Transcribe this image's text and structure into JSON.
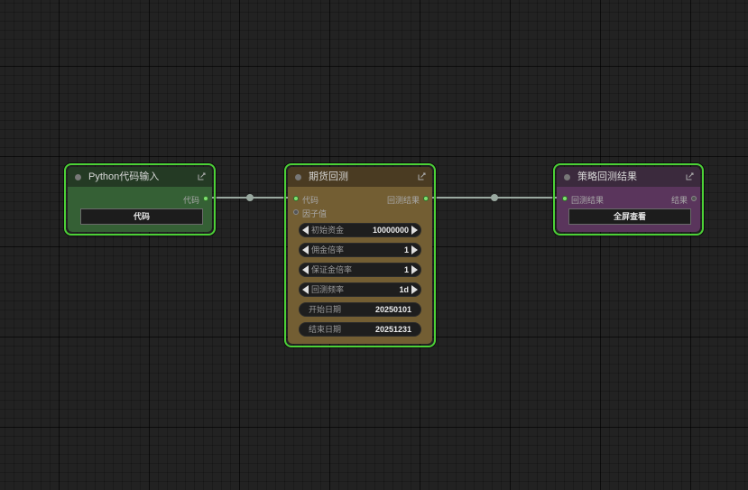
{
  "nodes": {
    "python": {
      "title": "Python代码输入",
      "output_label": "代码",
      "button_label": "代码",
      "colors": {
        "title_bg": "#243a24",
        "body_bg": "#356035"
      }
    },
    "futures": {
      "title": "期货回测",
      "inputs": [
        "代码",
        "因子值"
      ],
      "output_label": "回测结果",
      "widgets": [
        {
          "label": "初始资金",
          "value": "10000000",
          "kind": "number"
        },
        {
          "label": "佣金倍率",
          "value": "1",
          "kind": "number"
        },
        {
          "label": "保证金倍率",
          "value": "1",
          "kind": "number"
        },
        {
          "label": "回测频率",
          "value": "1d",
          "kind": "combo"
        },
        {
          "label": "开始日期",
          "value": "20250101",
          "kind": "text"
        },
        {
          "label": "结束日期",
          "value": "20251231",
          "kind": "text"
        }
      ],
      "colors": {
        "title_bg": "#4a3b22",
        "body_bg": "#735e33"
      }
    },
    "result": {
      "title": "策略回测结果",
      "input_label": "回测结果",
      "output_label": "结果",
      "button_label": "全屏查看",
      "colors": {
        "title_bg": "#3b2a3d",
        "body_bg": "#5a355c"
      }
    }
  },
  "colors": {
    "canvas": "#222222",
    "node_outline": "#4cd137",
    "link": "#9aa9a0"
  }
}
